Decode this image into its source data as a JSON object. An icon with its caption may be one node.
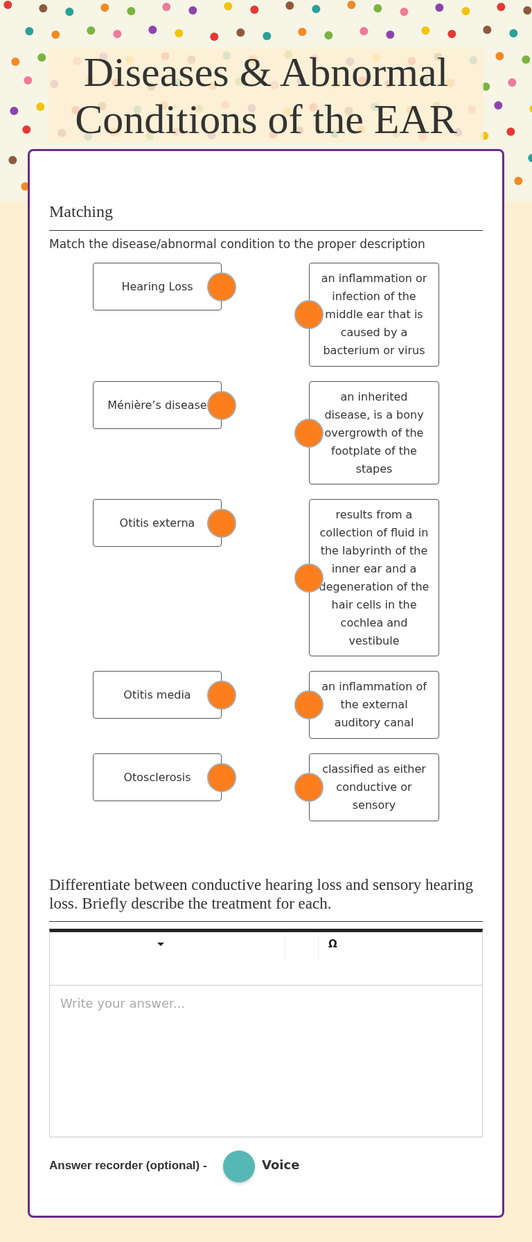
{
  "diagram": {
    "title": "Diseases & Abnormal Conditions of the EAR",
    "nodes": [
      {
        "text": [
          "Hearing Loss"
        ]
      },
      {
        "text": [
          "Ménière’s disease"
        ]
      },
      {
        "text": [
          "Otitis externa"
        ]
      },
      {
        "text": [
          "Otitis media"
        ]
      },
      {
        "text": [
          "Otosclerosis"
        ]
      },
      {
        "text": [
          "an inflammation or infection of the middle ear that is caused by a bacterium or virus"
        ]
      },
      {
        "text": [
          "an inherited disease, is a bony overgrowth of the footplate of the stapes"
        ]
      },
      {
        "text": [
          "results from a collection of fluid in the labyrinth of the inner ear and a degeneration of the hair cells in the cochlea and vestibule"
        ]
      },
      {
        "text": [
          "an inflammation of the external auditory canal"
        ]
      },
      {
        "text": [
          "classified as either conductive or sensory"
        ]
      }
    ],
    "edges": [],
    "labels": [
      "Matching",
      "Match the disease/abnormal condition to the proper description",
      "Differentiate between conductive hearing loss and sensory hearing loss.  Briefly describe the treatment for each.",
      "Ω",
      "Write your answer...",
      "Answer recorder (optional) -",
      "Voice"
    ]
  }
}
